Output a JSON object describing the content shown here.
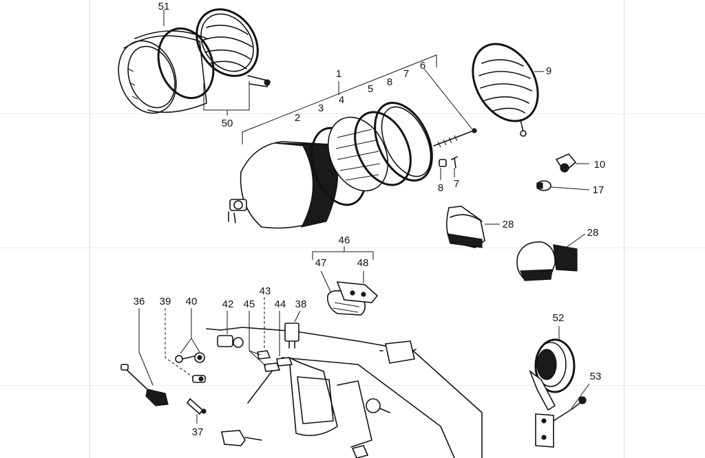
{
  "diagram": {
    "part_numbers": {
      "p51": "51",
      "p50": "50",
      "p1": "1",
      "p2": "2",
      "p3": "3",
      "p4": "4",
      "p5": "5",
      "p8a": "8",
      "p7a": "7",
      "p6": "6",
      "p9": "9",
      "p10": "10",
      "p17": "17",
      "p8b": "8",
      "p7b": "7",
      "p28a": "28",
      "p28b": "28",
      "p46": "46",
      "p47": "47",
      "p48": "48",
      "p36": "36",
      "p39": "39",
      "p40": "40",
      "p42": "42",
      "p45": "45",
      "p43": "43",
      "p44": "44",
      "p38": "38",
      "p37": "37",
      "p52": "52",
      "p53": "53"
    }
  }
}
